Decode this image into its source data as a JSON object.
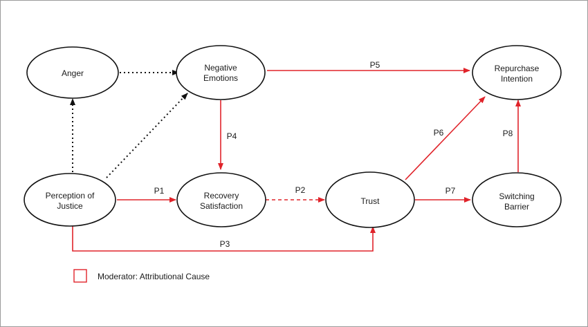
{
  "colors": {
    "red": "#e0232a",
    "black": "#111111"
  },
  "nodes": {
    "anger": {
      "lines": [
        "Anger"
      ]
    },
    "negative": {
      "lines": [
        "Negative",
        "Emotions"
      ]
    },
    "repurchase": {
      "lines": [
        "Repurchase",
        "Intention"
      ]
    },
    "justice": {
      "lines": [
        "Perception of",
        "Justice"
      ]
    },
    "recovery": {
      "lines": [
        "Recovery",
        "Satisfaction"
      ]
    },
    "trust": {
      "lines": [
        "Trust"
      ]
    },
    "switching": {
      "lines": [
        "Switching",
        "Barrier"
      ]
    }
  },
  "edges": {
    "p1": "P1",
    "p2": "P2",
    "p3": "P3",
    "p4": "P4",
    "p5": "P5",
    "p6": "P6",
    "p7": "P7",
    "p8": "P8"
  },
  "legend": {
    "label": "Moderator: Attributional Cause"
  }
}
